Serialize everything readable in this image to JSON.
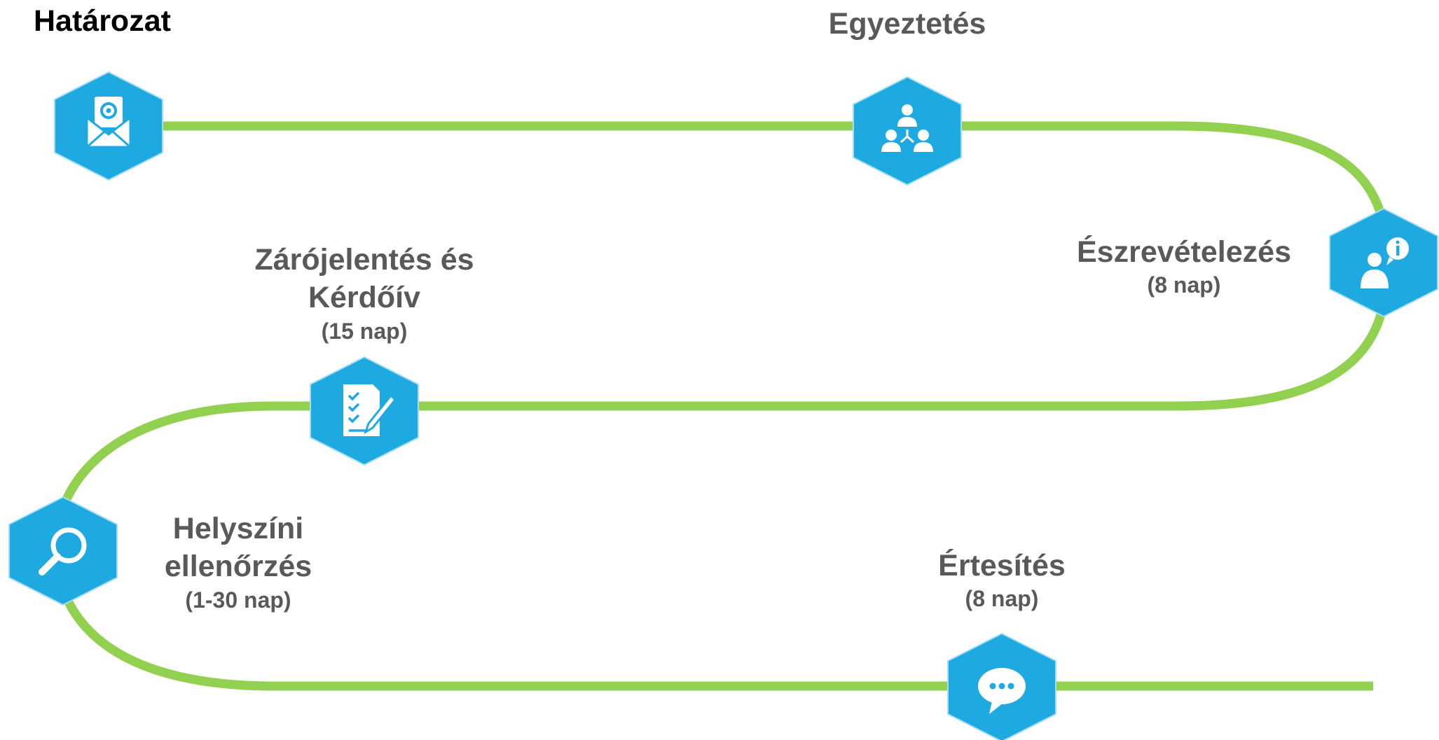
{
  "colors": {
    "track": "#92D050",
    "hexagon": "#1FA9E1",
    "hexagon_border": "#A6DDF4",
    "icon": "#FFFFFF",
    "title_text": "#000000",
    "label_text": "#595959"
  },
  "steps": [
    {
      "id": "hatarozat",
      "title": "Határozat",
      "duration": "",
      "icon": "email-at-icon"
    },
    {
      "id": "egyeztetes",
      "title": "Egyeztetés",
      "duration": "",
      "icon": "team-hierarchy-icon"
    },
    {
      "id": "eszrevetelezes",
      "title": "Észrevételezés",
      "duration": "(8 nap)",
      "icon": "person-info-icon"
    },
    {
      "id": "zarojelentes",
      "title_line1": "Zárójelentés és",
      "title_line2": "Kérdőív",
      "duration": "(15 nap)",
      "icon": "checklist-pen-icon"
    },
    {
      "id": "helyszini",
      "title_line1": "Helyszíni",
      "title_line2": "ellenőrzés",
      "duration": "(1-30 nap)",
      "icon": "magnifier-icon"
    },
    {
      "id": "ertesites",
      "title": "Értesítés",
      "duration": "(8 nap)",
      "icon": "speech-bubble-icon"
    }
  ]
}
